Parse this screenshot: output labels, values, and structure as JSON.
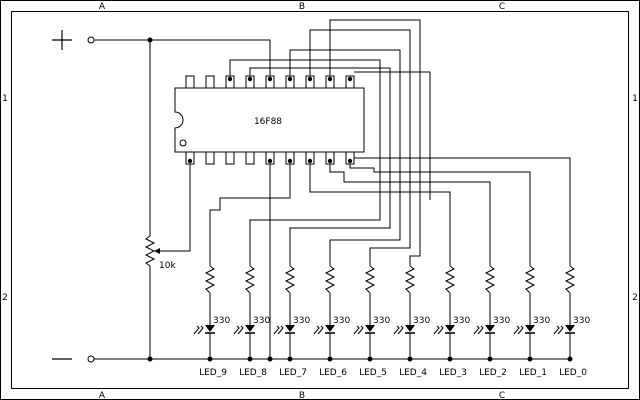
{
  "frame": {
    "columns": [
      "A",
      "B",
      "C"
    ],
    "rows": [
      "1",
      "2"
    ]
  },
  "power": {
    "plus": "+",
    "minus": "—"
  },
  "ic": {
    "part": "16F88"
  },
  "pot": {
    "value": "10k"
  },
  "resistors": {
    "value": "330"
  },
  "leds": [
    "LED_9",
    "LED_8",
    "LED_7",
    "LED_6",
    "LED_5",
    "LED_4",
    "LED_3",
    "LED_2",
    "LED_1",
    "LED_0"
  ]
}
